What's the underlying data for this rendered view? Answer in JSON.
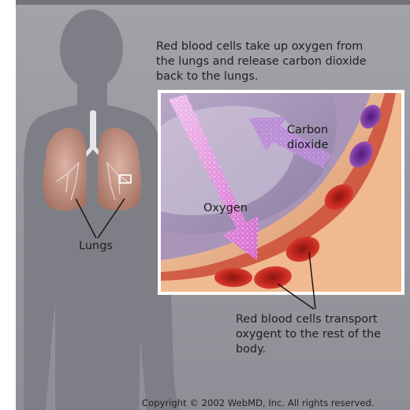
{
  "caption_top": "Red blood cells take up oxygen from\nthe lungs and release carbon dioxide\nback to the lungs.",
  "caption_bottom": "Red blood cells transport\noxygent to the rest of the\nbody.",
  "labels": {
    "lungs": "Lungs",
    "oxygen": "Oxygen",
    "carbon_dioxide": "Carbon\ndioxide"
  },
  "copyright": "Copyright © 2002 WebMD, Inc. All rights reserved.",
  "colors": {
    "background_panel": "#98999f",
    "body_silhouette": "#7e7f86",
    "lung_tissue": "#c49487",
    "vessel_wall": "#e9b28c",
    "red_blood_cell": "#c4281f",
    "deoxygenated_cell": "#7a3aa0",
    "oxygen_arrow": "#e38ae0",
    "co2_arrow": "#b98ad6"
  }
}
